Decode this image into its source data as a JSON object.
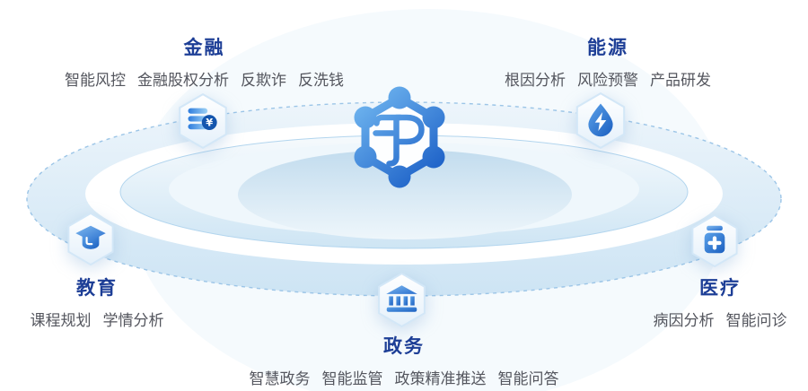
{
  "colors": {
    "brand_blue": "#2470d2",
    "title_navy": "#1d3e96",
    "text_gray": "#54565e",
    "ring_fill_blue": "#cde4f4",
    "ring_dash_blue": "#9cc5e7",
    "badge_border": "#d3e7f7"
  },
  "logo": {
    "icon": "hexagon-network-tp-logo"
  },
  "sections": {
    "finance": {
      "title": "金融",
      "icon": "coins-yen-icon",
      "items": [
        "智能风控",
        "金融股权分析",
        "反欺诈",
        "反洗钱"
      ]
    },
    "energy": {
      "title": "能源",
      "icon": "droplet-lightning-icon",
      "items": [
        "根因分析",
        "风险预警",
        "产品研发"
      ]
    },
    "education": {
      "title": "教育",
      "icon": "graduation-cap-icon",
      "items": [
        "课程规划",
        "学情分析"
      ]
    },
    "medical": {
      "title": "医疗",
      "icon": "medicine-bottle-icon",
      "items": [
        "病因分析",
        "智能问诊"
      ]
    },
    "government": {
      "title": "政务",
      "icon": "bank-building-icon",
      "items": [
        "智慧政务",
        "智能监管",
        "政策精准推送",
        "智能问答"
      ]
    }
  }
}
